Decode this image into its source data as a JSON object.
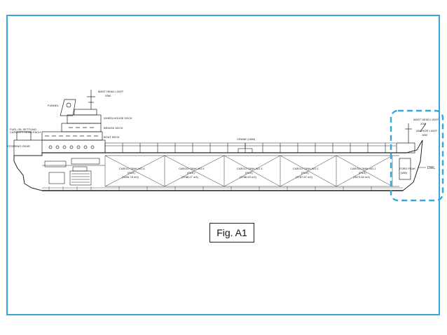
{
  "figure": {
    "caption": "Fig. A1",
    "frame_color": "#39a6d8",
    "highlight_color": "#39a6d8"
  },
  "labels": {
    "funnel": "FUNNEL",
    "mast_head_light_aft": "MAST HEAD LIGHT",
    "mast_head_light_aft_value": "23M",
    "mast_head_light_fwd": "MAST HEAD LIGHT",
    "mast_head_light_fwd_value": "20M",
    "anchor_light": "ANCHOR LIGHT",
    "anchor_light_value": "16M",
    "wheelhouse_deck": "WHEELHOUSE DECK",
    "bridge_deck": "BRIDGE DECK",
    "boat_deck": "BOAT DECK",
    "crane": "CRANE (1NM)",
    "dwl": "DWL",
    "fuel_oil_day": "FUEL OIL SETTLING",
    "fuel_oil_day_2": "CAPACITY 10 M3 EACH",
    "steering": "STEERING GEAR",
    "fore_peak": "FORE PEAK",
    "fore_peak_2": "(WB)"
  },
  "tanks": [
    {
      "name": "CARGO TANK NO.5",
      "spec": "(P&S)",
      "cap": "(3406.78 m3)"
    },
    {
      "name": "CARGO TANK NO.4",
      "spec": "(P&S)",
      "cap": "(3788.07 m3)"
    },
    {
      "name": "CARGO TANK NO.3",
      "spec": "(P&S)",
      "cap": "(3788.83 m3)"
    },
    {
      "name": "CARGO TANK NO.2",
      "spec": "(P&S)",
      "cap": "(3787.87 m3)"
    },
    {
      "name": "CARGO TANK NO.1",
      "spec": "(P&S)",
      "cap": "(3673.80 m3)"
    }
  ]
}
